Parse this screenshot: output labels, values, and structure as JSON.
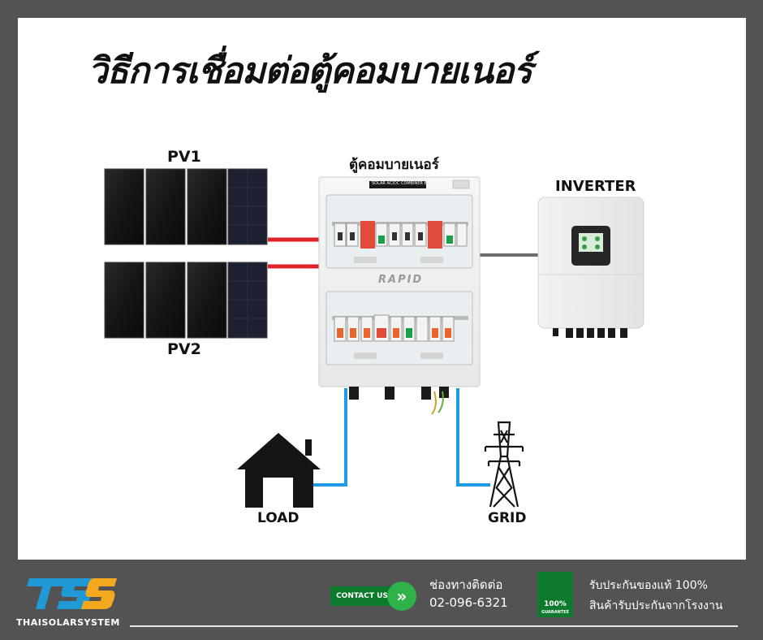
{
  "title": "วิธีการเชื่อมต่อตู้คอมบายเนอร์",
  "labels": {
    "pv1": "PV1",
    "pv2": "PV2",
    "combiner": "ตู้คอมบายเนอร์",
    "combiner_plate": "SOLAR AC/DC COMBINER BOX",
    "combiner_brand": "RAPID",
    "inverter": "INVERTER",
    "load": "LOAD",
    "grid": "GRID"
  },
  "footer": {
    "brand": "THAISOLARSYSTEM",
    "contact_button": "CONTACT US",
    "contact_arrow": "»",
    "contact_title": "ช่องทางติดต่อ",
    "phone": "02-096-6321",
    "badge_percent": "100%",
    "badge_word": "GUARANTEE",
    "warranty_line1": "รับประกันของแท้ 100%",
    "warranty_line2": "สินค้ารับประกันจากโรงงาน"
  },
  "colors": {
    "dc_wire": "#e0222b",
    "ac_wire": "#1e9be8",
    "inverter_wire": "#6d6d6d",
    "background": "#535353",
    "logo_blue": "#1f9ad6",
    "logo_orange": "#f4a81d",
    "badge_green": "#0e7a2e"
  }
}
